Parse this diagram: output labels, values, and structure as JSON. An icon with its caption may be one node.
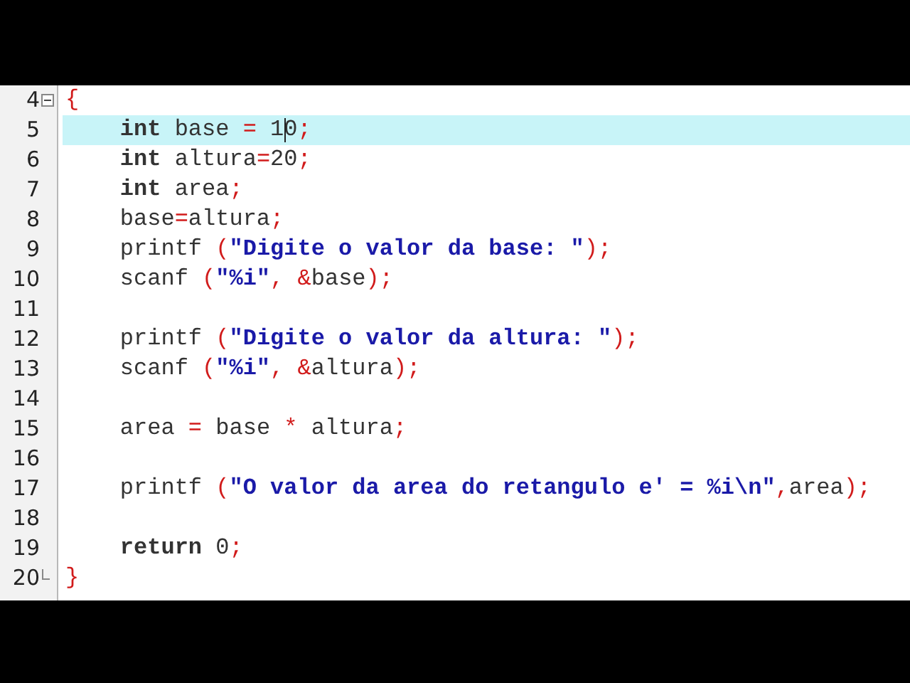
{
  "diagram": {
    "labels": [
      "4",
      "{",
      "5",
      "    **int** base = 10;",
      "6",
      "    **int** altura=20;",
      "7",
      "    **int** area;",
      "8",
      "    base=altura;",
      "9",
      "    printf (\"Digite o valor da base: \");",
      "10",
      "    scanf (\"%i\", &base);",
      "11",
      "12",
      "    printf (\"Digite o valor da altura: \");",
      "13",
      "    scanf (\"%i\", &altura);",
      "14",
      "15",
      "    area = base * altura;",
      "16",
      "17",
      "    printf (\"O valor da area do retangulo e' = %i\\n\",area);",
      "18",
      "19",
      "    **return** 0;",
      "20",
      "}"
    ]
  }
}
